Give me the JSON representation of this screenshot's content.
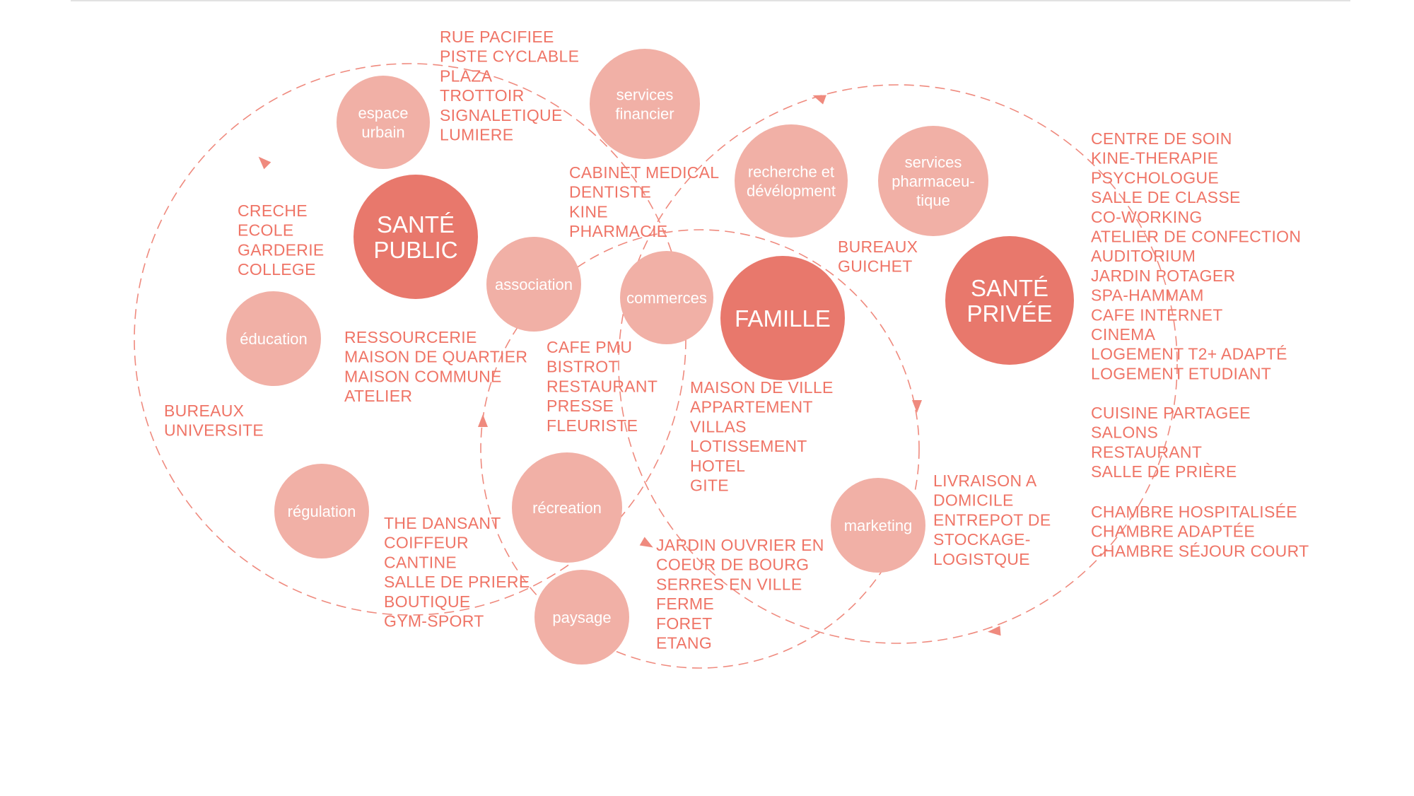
{
  "colors": {
    "accent": "#ef7466",
    "bubble_small": "#f1b0a6",
    "bubble_big": "#e8786c",
    "ring": "#ef8a7e"
  },
  "bubbles": {
    "espace_urbain": [
      "espace",
      "urbain"
    ],
    "services_financier": [
      "services",
      "financier"
    ],
    "sante_public": [
      "SANTÉ",
      "PUBLIC"
    ],
    "recherche": [
      "recherche et",
      "dévélopment"
    ],
    "services_pharma": [
      "services",
      "pharmaceu-",
      "tique"
    ],
    "association": [
      "association"
    ],
    "commerces": [
      "commerces"
    ],
    "famille": [
      "FAMILLE"
    ],
    "sante_privee": [
      "SANTÉ",
      "PRIVÉE"
    ],
    "education": [
      "éducation"
    ],
    "regulation": [
      "régulation"
    ],
    "recreation": [
      "récreation"
    ],
    "marketing": [
      "marketing"
    ],
    "paysage": [
      "paysage"
    ]
  },
  "lists": {
    "espace_urbain": [
      "RUE PACIFIEE",
      "PISTE CYCLABLE",
      "PLAZA",
      "TROTTOIR",
      "SIGNALETIQUE",
      "LUMIERE"
    ],
    "medical": [
      "CABINET MEDICAL",
      "DENTISTE",
      "KINE",
      "PHARMACIE"
    ],
    "education": [
      "CRECHE",
      "ECOLE",
      "GARDERIE",
      "COLLEGE"
    ],
    "recherche": [
      "BUREAUX",
      "GUICHET"
    ],
    "association": [
      "RESSOURCERIE",
      "MAISON DE QUARTIER",
      "MAISON COMMUNE",
      "ATELIER"
    ],
    "commerces": [
      "CAFE PMU",
      "BISTROT",
      "RESTAURANT",
      "PRESSE",
      "FLEURISTE"
    ],
    "universite": [
      "BUREAUX",
      "UNIVERSITE"
    ],
    "famille": [
      "MAISON DE VILLE",
      "APPARTEMENT",
      "VILLAS",
      "LOTISSEMENT",
      "HOTEL",
      "GITE"
    ],
    "sante_privee_1": [
      "CENTRE DE SOIN",
      "KINE-THERAPIE",
      "PSYCHOLOGUE",
      "SALLE DE CLASSE",
      "CO-WORKING",
      "ATELIER DE CONFECTION",
      "AUDITORIUM",
      "JARDIN POTAGER",
      "SPA-HAMMAM",
      "CAFE INTERNET",
      "CINEMA",
      "LOGEMENT T2+ ADAPTÉ",
      "LOGEMENT ETUDIANT"
    ],
    "sante_privee_2": [
      "CUISINE PARTAGEE",
      "SALONS",
      "RESTAURANT",
      "SALLE DE PRIÈRE"
    ],
    "sante_privee_3": [
      "CHAMBRE HOSPITALISÉE",
      "CHAMBRE ADAPTÉE",
      "CHAMBRE SÉJOUR COURT"
    ],
    "marketing": [
      "LIVRAISON A",
      "DOMICILE",
      "ENTREPOT DE",
      "STOCKAGE-",
      "LOGISTQUE"
    ],
    "regulation": [
      "THE DANSANT",
      "COIFFEUR",
      "CANTINE",
      "SALLE DE PRIERE",
      "BOUTIQUE",
      "GYM-SPORT"
    ],
    "paysage": [
      "JARDIN OUVRIER EN",
      "COEUR DE BOURG",
      "SERRES EN VILLE",
      "FERME",
      "FORET",
      "ETANG"
    ]
  }
}
